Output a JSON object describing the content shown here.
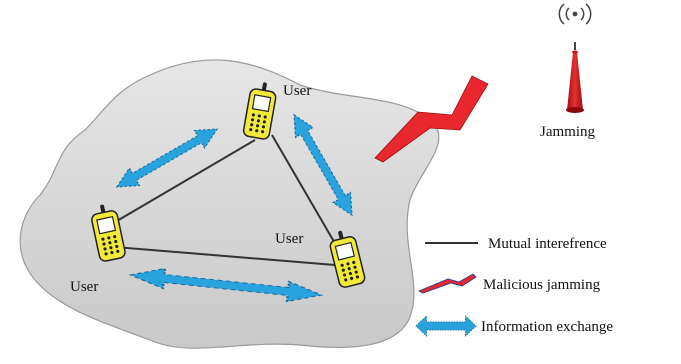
{
  "nodes": {
    "top": {
      "label": "User"
    },
    "left": {
      "label": "User"
    },
    "right": {
      "label": "User"
    }
  },
  "jammer": {
    "label": "Jamming",
    "icon": "radio-tower-icon",
    "color": "#d42020"
  },
  "legend": {
    "interference": "Mutual interefrence",
    "jamming": "Malicious jamming",
    "exchange": "Information exchange"
  },
  "colors": {
    "region": "#dcdcdc",
    "phone": "#f2ea3a",
    "exchange_arrow": "#29a3dd",
    "jam_bolt": "#e8282e",
    "interference_line": "#333333"
  }
}
